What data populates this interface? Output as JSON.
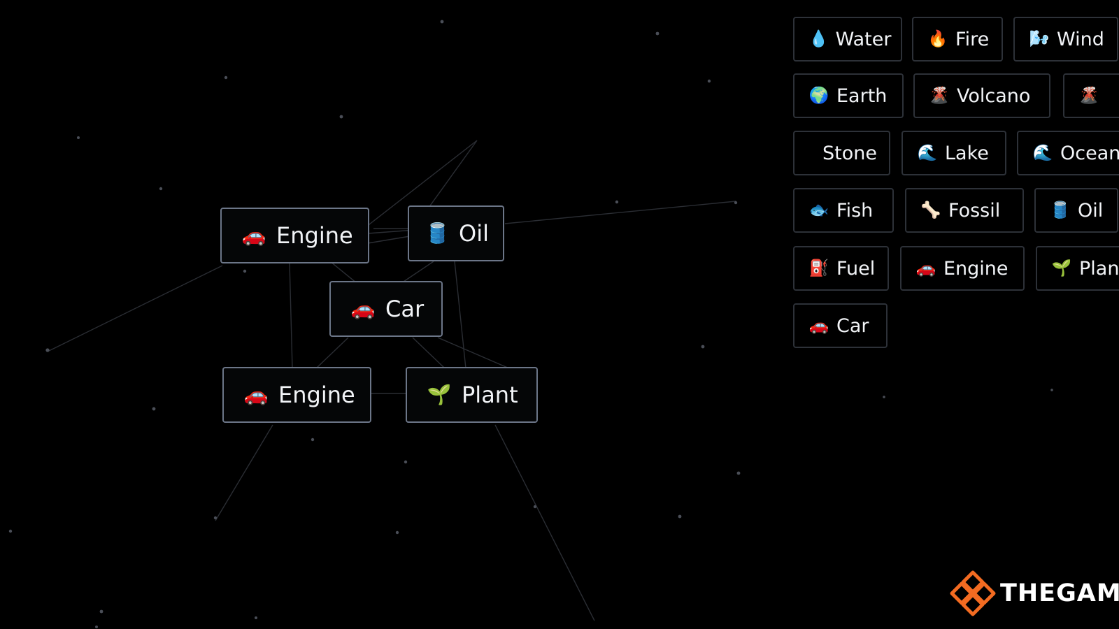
{
  "canvas": {
    "items": [
      {
        "label": "Engine",
        "emoji": "🚗"
      },
      {
        "label": "Oil",
        "emoji": "🛢️"
      },
      {
        "label": "Car",
        "emoji": "🚗"
      },
      {
        "label": "Engine",
        "emoji": "🚗"
      },
      {
        "label": "Plant",
        "emoji": "🌱"
      }
    ]
  },
  "sidebar": {
    "items": [
      {
        "label": "Water",
        "emoji": "💧"
      },
      {
        "label": "Fire",
        "emoji": "🔥"
      },
      {
        "label": "Wind",
        "emoji": "🌬️"
      },
      {
        "label": "Earth",
        "emoji": "🌍"
      },
      {
        "label": "Volcano",
        "emoji": "🌋"
      },
      {
        "label": "",
        "emoji": "🌋"
      },
      {
        "label": "Stone",
        "emoji": ""
      },
      {
        "label": "Lake",
        "emoji": "🌊"
      },
      {
        "label": "Ocean",
        "emoji": "🌊"
      },
      {
        "label": "Fish",
        "emoji": "🐟"
      },
      {
        "label": "Fossil",
        "emoji": "🦴"
      },
      {
        "label": "Oil",
        "emoji": "🛢️"
      },
      {
        "label": "Fuel",
        "emoji": "⛽"
      },
      {
        "label": "Engine",
        "emoji": "🚗"
      },
      {
        "label": "Plant",
        "emoji": "🌱"
      },
      {
        "label": "Car",
        "emoji": "🚗"
      }
    ]
  },
  "brand": {
    "name": "THEGAMER"
  },
  "colors": {
    "background": "#000000",
    "canvas_tile_border": "#6c7688",
    "sidebar_tile_border": "#2d3138",
    "text": "#f2f4f7",
    "brand_accent": "#f36b21"
  }
}
